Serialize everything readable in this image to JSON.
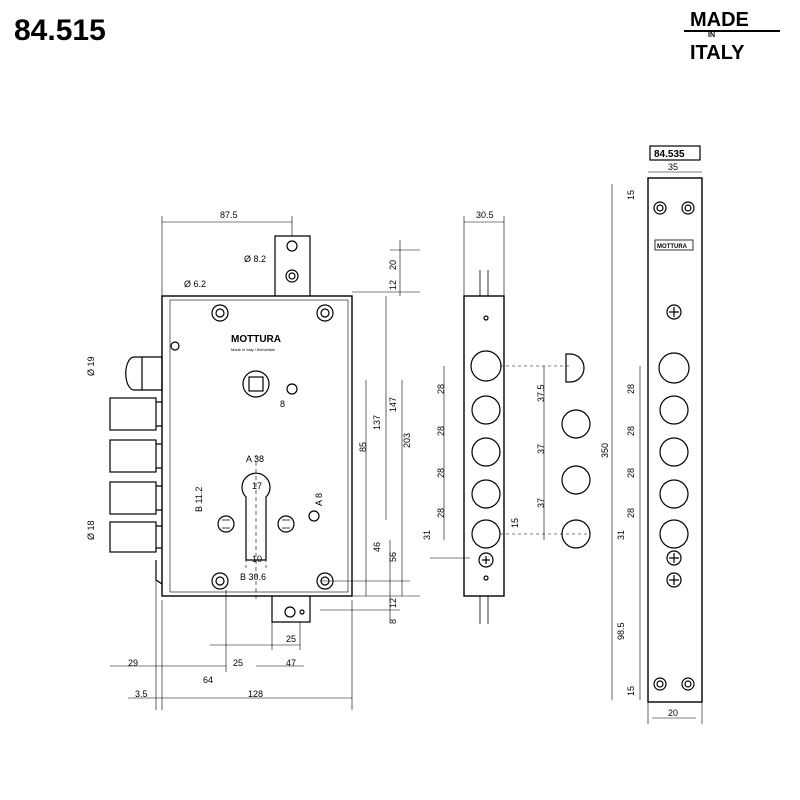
{
  "model": "84.515",
  "faceplate_model": "84.535",
  "made_in_italy": {
    "line1": "MADE",
    "line2": "IN",
    "line3": "ITALY"
  },
  "brand_body": "MOTTURA",
  "brand_sub": "Made in Italy / Brevettato",
  "brand_plate": "MOTTURA",
  "dims_body": {
    "top_width": "87.5",
    "hole_62": "Ø 6.2",
    "hole_82": "Ø 8.2",
    "d19": "Ø 19",
    "d18": "Ø 18",
    "sq8": "8",
    "a38": "A 38",
    "d17": "17",
    "b112": "B 11.2",
    "a8": "A 8",
    "d10": "10",
    "b306": "B 30.6",
    "v20": "20",
    "v12": "12",
    "v137": "137",
    "v147": "147",
    "v85": "85",
    "v203": "203",
    "v46": "46",
    "v56": "56",
    "v12b": "12",
    "v8": "8",
    "h25a": "25",
    "h29": "29",
    "h64": "64",
    "h25b": "25",
    "h47": "47",
    "h35": "3.5",
    "h128": "128"
  },
  "dims_side": {
    "w305": "30.5",
    "p28a": "28",
    "p28b": "28",
    "p28c": "28",
    "p28d": "28",
    "s375": "37.5",
    "s37a": "37",
    "s37b": "37",
    "v31": "31",
    "v15": "15"
  },
  "dims_plate": {
    "w35": "35",
    "t15": "15",
    "p28a": "28",
    "p28b": "28",
    "p28c": "28",
    "p28d": "28",
    "v350": "350",
    "v31": "31",
    "v985": "98.5",
    "b15": "15",
    "w20": "20"
  }
}
